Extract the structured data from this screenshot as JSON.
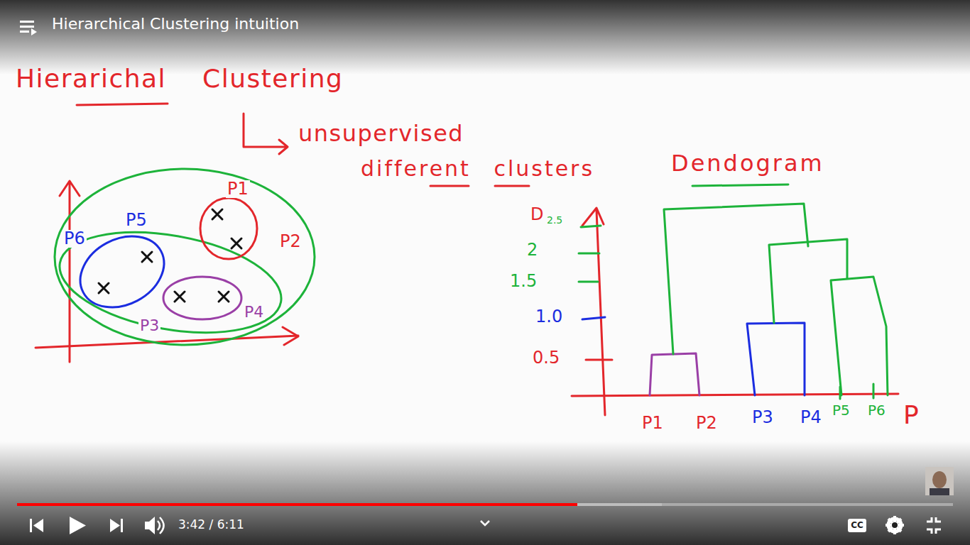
{
  "diagram": {
    "title": "Hierarchical Clustering intuition",
    "labels": [
      "Hierarichal Clustering",
      "unsupervised",
      "different clusters",
      "Dendogram",
      "P1",
      "P6",
      "P5",
      "P2",
      "P3",
      "P4",
      "D",
      "2.5",
      "2",
      "1.5",
      "1.0",
      "0.5",
      "P1",
      "P2",
      "P3",
      "P4",
      "P5",
      "P6",
      "P",
      "3:42 / 6:11",
      "CC"
    ]
  }
}
